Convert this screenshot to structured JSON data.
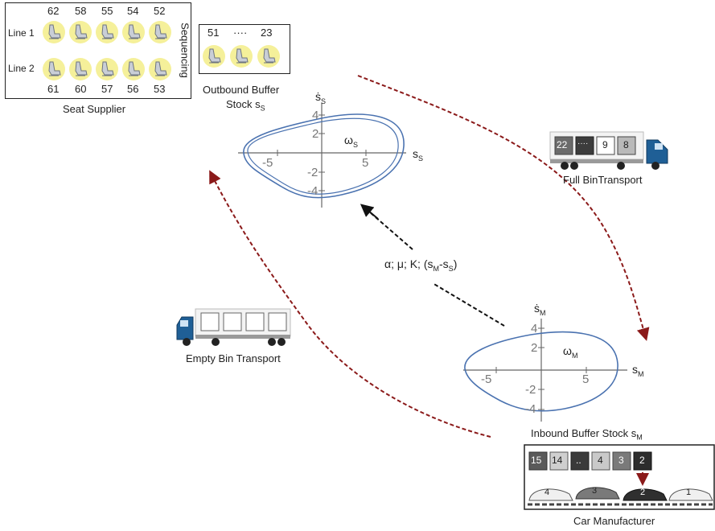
{
  "supplier": {
    "title": "Seat Supplier",
    "line1_label": "Line 1",
    "line2_label": "Line 2",
    "sequencing_label": "Sequencing",
    "line1_numbers": [
      "62",
      "58",
      "55",
      "54",
      "52"
    ],
    "line2_numbers": [
      "61",
      "60",
      "57",
      "56",
      "53"
    ]
  },
  "outbound": {
    "first": "51",
    "dots": "····",
    "last": "23",
    "title_line1": "Outbound Buffer",
    "title_line2": "Stock s",
    "title_sub": "S"
  },
  "phase_s": {
    "y_axis": "ṡ",
    "y_sub": "S",
    "x_axis": "s",
    "x_sub": "S",
    "omega": "ω",
    "omega_sub": "S",
    "ticks_y": [
      "4",
      "2",
      "-2",
      "-4"
    ],
    "ticks_x": [
      "-5",
      "5"
    ]
  },
  "phase_m": {
    "y_axis": "ṡ",
    "y_sub": "M",
    "x_axis": "s",
    "x_sub": "M",
    "omega": "ω",
    "omega_sub": "M",
    "ticks_y": [
      "4",
      "2",
      "-2",
      "-4"
    ],
    "ticks_x": [
      "-5",
      "5"
    ]
  },
  "coupling": {
    "text_a": "α; μ; K; (s",
    "sub_m": "M",
    "text_b": "-s",
    "sub_s": "S",
    "text_c": ")"
  },
  "full_transport": {
    "label": "Full BinTransport",
    "bins": [
      "22",
      "····",
      "9",
      "8"
    ]
  },
  "empty_transport": {
    "label": "Empty Bin Transport"
  },
  "inbound": {
    "title": "Inbound Buffer Stock s",
    "title_sub": "M"
  },
  "manufacturer": {
    "title": "Car Manufacturer",
    "bins": [
      "15",
      "14",
      "..",
      "4",
      "3",
      "2"
    ],
    "cars": [
      "4",
      "3",
      "2",
      "1"
    ]
  },
  "colors": {
    "arrow": "#8b1a1a",
    "limit_cycle": "#4a72b0",
    "seat_bg": "#f5f09a",
    "axis": "#666666"
  }
}
